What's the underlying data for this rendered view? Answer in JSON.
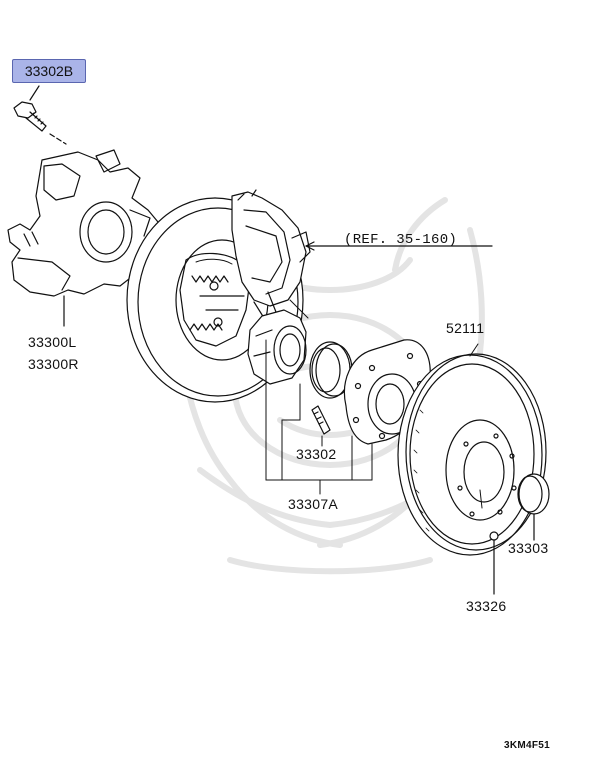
{
  "labels": {
    "part_33302B": "33302B",
    "part_33300L": "33300L",
    "part_33300R": "33300R",
    "reference": "(REF. 35-160)",
    "part_52111": "52111",
    "part_33302": "33302",
    "part_33307A": "33307A",
    "part_33303": "33303",
    "part_33326": "33326",
    "diagram_code": "3KM4F51"
  },
  "colors": {
    "line": "#111111",
    "highlight_fill": "#aab4e8",
    "highlight_border": "#5a66b0",
    "watermark": "#e6e6e6"
  }
}
